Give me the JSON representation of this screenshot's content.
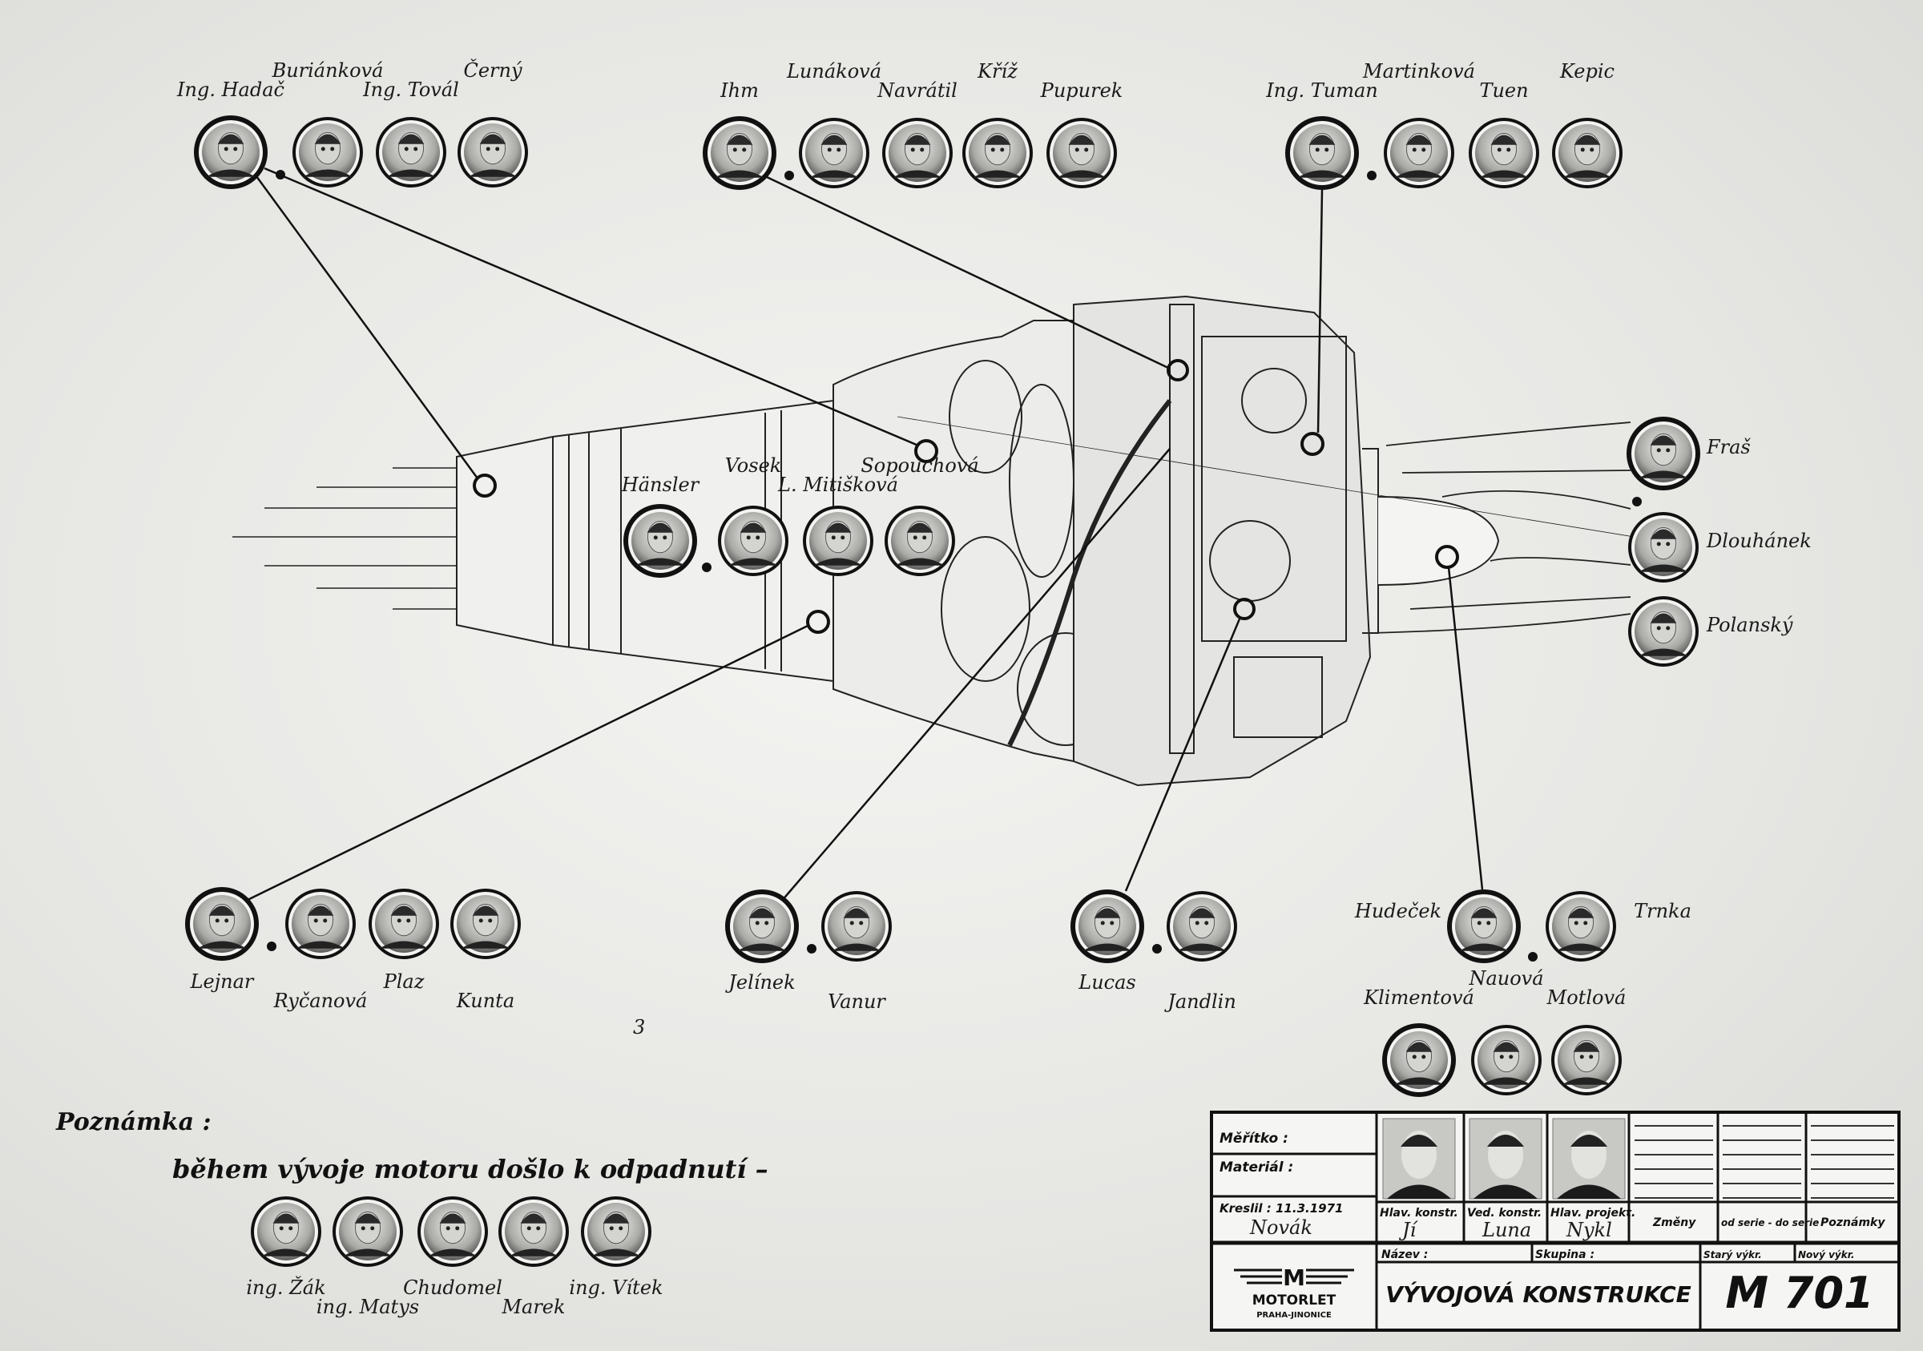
{
  "groups": {
    "top_left": [
      "Ing. Hadač",
      "Buriánková",
      "Ing. Továl",
      "Černý"
    ],
    "top_middle": [
      "Ihm",
      "Lunáková",
      "Navrátil",
      "Kříž",
      "Pupurek"
    ],
    "top_right": [
      "Ing. Tuman",
      "Martinková",
      "Tuen",
      "Kepic"
    ],
    "center": [
      "Hänsler",
      "Vosek",
      "L. Mitišková",
      "Sopouchová"
    ],
    "right_column": [
      "Fraš",
      "Dlouhánek",
      "Polanský"
    ],
    "bottom_left": [
      "Lejnar",
      "Ryčanová",
      "Plaz",
      "Kunta"
    ],
    "bottom_middle": [
      "Jelínek",
      "Vanur"
    ],
    "bottom_center": [
      "Lucas",
      "Jandlin"
    ],
    "bottom_right": [
      "Hudeček",
      "Trnka"
    ],
    "bottom_right_lower": [
      "Klimentová",
      "Nauová",
      "Motlová"
    ]
  },
  "note": {
    "heading": "Poznámka :",
    "text": "během vývoje motoru došlo k odpadnutí –",
    "people": [
      "ing. Žák",
      "ing. Matys",
      "Chudomel",
      "Marek",
      "ing. Vítek"
    ]
  },
  "title_block": {
    "scale_label": "Měřítko :",
    "material_label": "Materiál :",
    "drawn_label": "Kreslil : 11.3.1971",
    "drawn_signature": "Novák",
    "roles": [
      {
        "label": "Hlav. konstr.",
        "signature": "Jí"
      },
      {
        "label": "Ved. konstr.",
        "signature": "Luna"
      },
      {
        "label": "Hlav. projekt.",
        "signature": "Nykl"
      }
    ],
    "columns": [
      "Změny",
      "od serie - do serie",
      "Poznámky"
    ],
    "name_label": "Název :",
    "group_label": "Skupina :",
    "old_drawing_label": "Starý výkr.",
    "new_drawing_label": "Nový výkr.",
    "name_value": "VÝVOJOVÁ KONSTRUKCE",
    "drawing_number": "M 701",
    "company": "MOTORLET",
    "company_location": "PRAHA-JINONICE"
  },
  "page_mark": "3"
}
